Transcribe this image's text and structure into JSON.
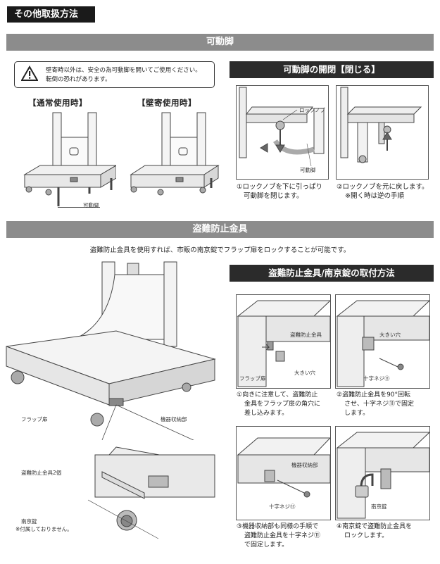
{
  "section_title": "その他取扱方法",
  "movable_leg": {
    "bar_title": "可動脚",
    "warning_line1": "壁寄時以外は、安全の為可動脚を開いてご使用ください。",
    "warning_line2": "転倒の恐れがあります。",
    "normal_label": "【通常使用時】",
    "wall_label": "【壁寄使用時】",
    "leg_callout": "可動脚",
    "open_close_title": "可動脚の開閉【閉じる】",
    "lock_knob_callout": "ロックノブ",
    "leg_callout2": "可動脚",
    "step1_line1": "①ロックノブを下に引っぱり",
    "step1_line2": "可動脚を閉じます。",
    "step2_line1": "②ロックノブを元に戻します。",
    "step2_line2": "※開く時は逆の手順"
  },
  "antitheft": {
    "bar_title": "盗難防止金具",
    "description": "盗難防止金具を使用すれば、市販の南京錠でフラップ扉をロックすることが可能です。",
    "flap_door": "フラップ扉",
    "storage": "機器収納部",
    "bracket_two": "盗難防止金具2個",
    "padlock": "南京錠",
    "padlock_note": "※付属しておりません。",
    "method_title": "盗難防止金具/南京錠の取付方法",
    "p1_bracket": "盗難防止金具",
    "p1_flap": "フラップ扉",
    "p1_hole": "大きい穴",
    "p2_hole": "大きい穴",
    "p2_screw": "十字ネジ⑪",
    "p3_storage": "機器収納部",
    "p3_screw": "十字ネジ⑪",
    "p4_padlock": "南京錠",
    "s1_l1": "①向きに注意して、盗難防止",
    "s1_l2": "金具をフラップ扉の角穴に",
    "s1_l3": "差し込みます。",
    "s2_l1": "②盗難防止金具を90°回転",
    "s2_l2": "させ、十字ネジ⑪で固定",
    "s2_l3": "します。",
    "s3_l1": "③機器収納部も同様の手順で",
    "s3_l2": "盗難防止金具を十字ネジ⑪",
    "s3_l3": "で固定します。",
    "s4_l1": "④南京錠で盗難防止金具を",
    "s4_l2": "ロックします。"
  }
}
